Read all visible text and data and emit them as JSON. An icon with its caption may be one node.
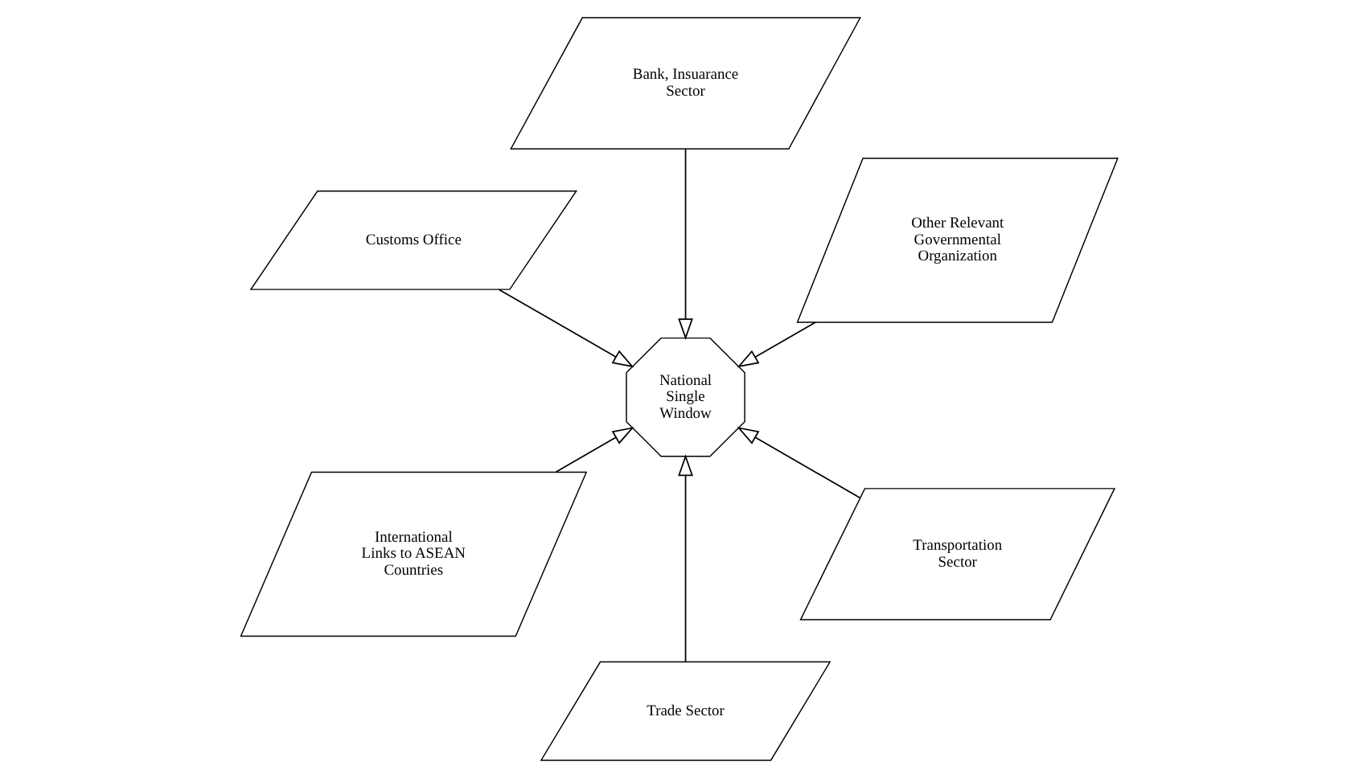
{
  "diagram": {
    "nodes": [
      {
        "text": [
          "Other Relevant Governmental Organization"
        ]
      },
      {
        "text": [
          "Bank, Insuarance Sector"
        ]
      },
      {
        "text": [
          "Customs Office"
        ]
      },
      {
        "text": [
          "National Single Window"
        ]
      },
      {
        "text": [
          "International Links to ASEAN Countries"
        ]
      },
      {
        "text": [
          "Trade Sector"
        ]
      },
      {
        "text": [
          "Transportation Sector"
        ]
      }
    ],
    "edges": [
      {
        "from": 0,
        "to": 3,
        "arrow": "to"
      },
      {
        "from": 1,
        "to": 3,
        "arrow": "to"
      },
      {
        "from": 2,
        "to": 3,
        "arrow": "to"
      },
      {
        "from": 4,
        "to": 3,
        "arrow": "to"
      },
      {
        "from": 5,
        "to": 3,
        "arrow": "to"
      },
      {
        "from": 6,
        "to": 3,
        "arrow": "to"
      }
    ]
  }
}
